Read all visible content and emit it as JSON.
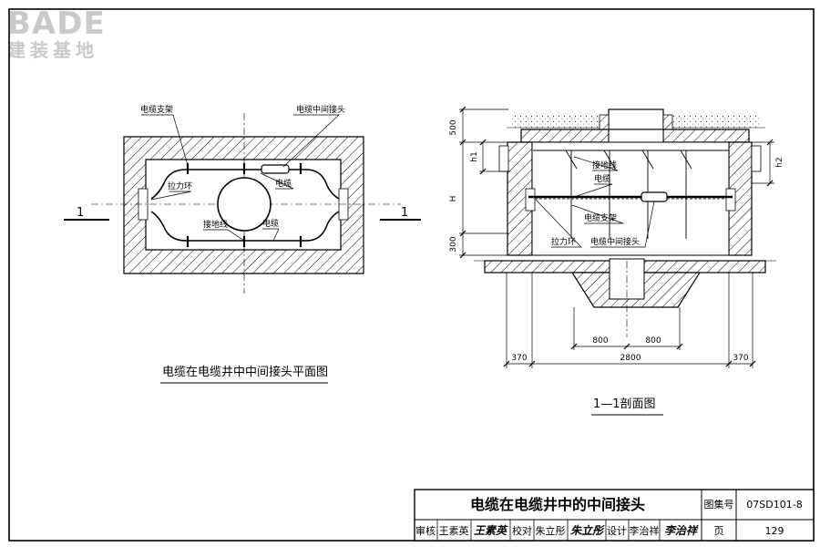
{
  "logo": {
    "brand": "BADE",
    "subtitle": "建装基地"
  },
  "plan": {
    "caption": "电缆在电缆井中中间接头平面图",
    "labels": {
      "cable_support": "电缆支架",
      "middle_joint": "电缆中间接头",
      "pull_ring": "拉力环",
      "cable_a": "电缆",
      "ground_wire": "接地线",
      "cable_b": "电缆"
    },
    "section_mark_left": "1",
    "section_mark_right": "1"
  },
  "section": {
    "caption": "1—1剖面图",
    "labels": {
      "ground_wire": "接地线",
      "cable": "电缆",
      "cable_support": "电缆支架",
      "pull_ring": "拉力环",
      "middle_joint": "电缆中间接头"
    },
    "dims": {
      "top": "500",
      "h1": "h1",
      "H": "H",
      "bottom": "300",
      "h2": "h2",
      "w800a": "800",
      "w800b": "800",
      "w2800": "2800",
      "w370l": "370",
      "w370r": "370"
    }
  },
  "title_block": {
    "title": "电缆在电缆井中的中间接头",
    "atlas_label": "图集号",
    "atlas_no": "07SD101-8",
    "review_label": "审核",
    "review_name": "王素英",
    "review_sig": "王素英",
    "check_label": "校对",
    "check_name": "朱立彤",
    "check_sig": "朱立彤",
    "design_label": "设计",
    "design_name": "李治祥",
    "design_sig": "李治祥",
    "page_label": "页",
    "page_no": "129"
  }
}
